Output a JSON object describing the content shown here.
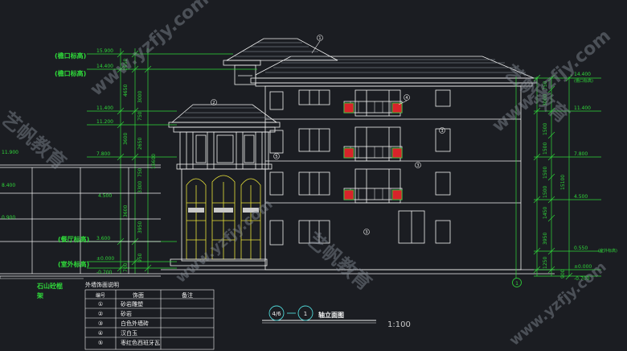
{
  "colors": {
    "background": "#1b1d22",
    "green": "#2fd83a",
    "white": "#f2f2f2",
    "yellow": "#e8e23a",
    "red": "#d8232a",
    "cyan": "#4fd6d6",
    "watermark": "#8a8f9a"
  },
  "left_levels": {
    "eave_label_1": "(檐口标高)",
    "eave_label_2": "(檐口标高)",
    "dining_label": "(餐厅标高)",
    "outdoor_label": "(室外标高)",
    "lv_15900": "15.900",
    "lv_14400": "14.400",
    "lv_11400": "11.400",
    "lv_11200": "11.200",
    "lv_7800": "7.800",
    "lv_3600": "3.600",
    "lv_0000": "±0.000",
    "lv_m0700": "-0.700"
  },
  "left_dims": {
    "d1650": "1650",
    "d4650": "4650",
    "d3000": "3000",
    "d750": "750",
    "d3600": "3600",
    "d2650": "2650",
    "d16600": "16600",
    "d3300": "3300",
    "d750b": "750",
    "d3600b": "3600",
    "d3950": "3950",
    "d950": "950",
    "d700": "700"
  },
  "far_left_levels": {
    "v1": "11.900",
    "v2": "8.400",
    "v3": "4.500",
    "v4": "0.900"
  },
  "rock_label": "石山砼棍",
  "rock_label_2": "架",
  "right_levels": {
    "lv_14400": "14.400",
    "lv_11400": "11.400",
    "lv_7800": "7.800",
    "lv_4500": "4.500",
    "lv_0550": "0.550",
    "lv_0000": "±0.000",
    "lv_m0700": "-0.700",
    "eave_label": "(檐口标高)",
    "outdoor_label": "(室外标高)"
  },
  "right_dims": {
    "d750": "750",
    "d3000": "3000",
    "d1500a": "1500",
    "d1500b": "1500",
    "d1500c": "1500",
    "d1500d": "1500",
    "d15100": "15100",
    "d1450": "1450",
    "d3950": "3950",
    "d1250": "1250",
    "d900": "900"
  },
  "axis_bubble": "1",
  "callouts": [
    "1",
    "2",
    "3",
    "4",
    "5"
  ],
  "title_block": {
    "from_axis": "4/6",
    "to_axis": "1",
    "title": "轴立面图",
    "scale": "1:100"
  },
  "legend": {
    "caption": "外墙饰面说明",
    "headers": [
      "编号",
      "饰面",
      "备注"
    ],
    "rows": [
      {
        "num": "①",
        "finish": "砂岩雕塑",
        "note": ""
      },
      {
        "num": "②",
        "finish": "砂岩",
        "note": ""
      },
      {
        "num": "③",
        "finish": "白色外墙砖",
        "note": ""
      },
      {
        "num": "④",
        "finish": "汉白玉",
        "note": ""
      },
      {
        "num": "⑤",
        "finish": "枣红色西班牙瓦",
        "note": ""
      }
    ]
  },
  "watermark": {
    "url": "www.yzfjy.com",
    "brand": "艺帆教育"
  }
}
